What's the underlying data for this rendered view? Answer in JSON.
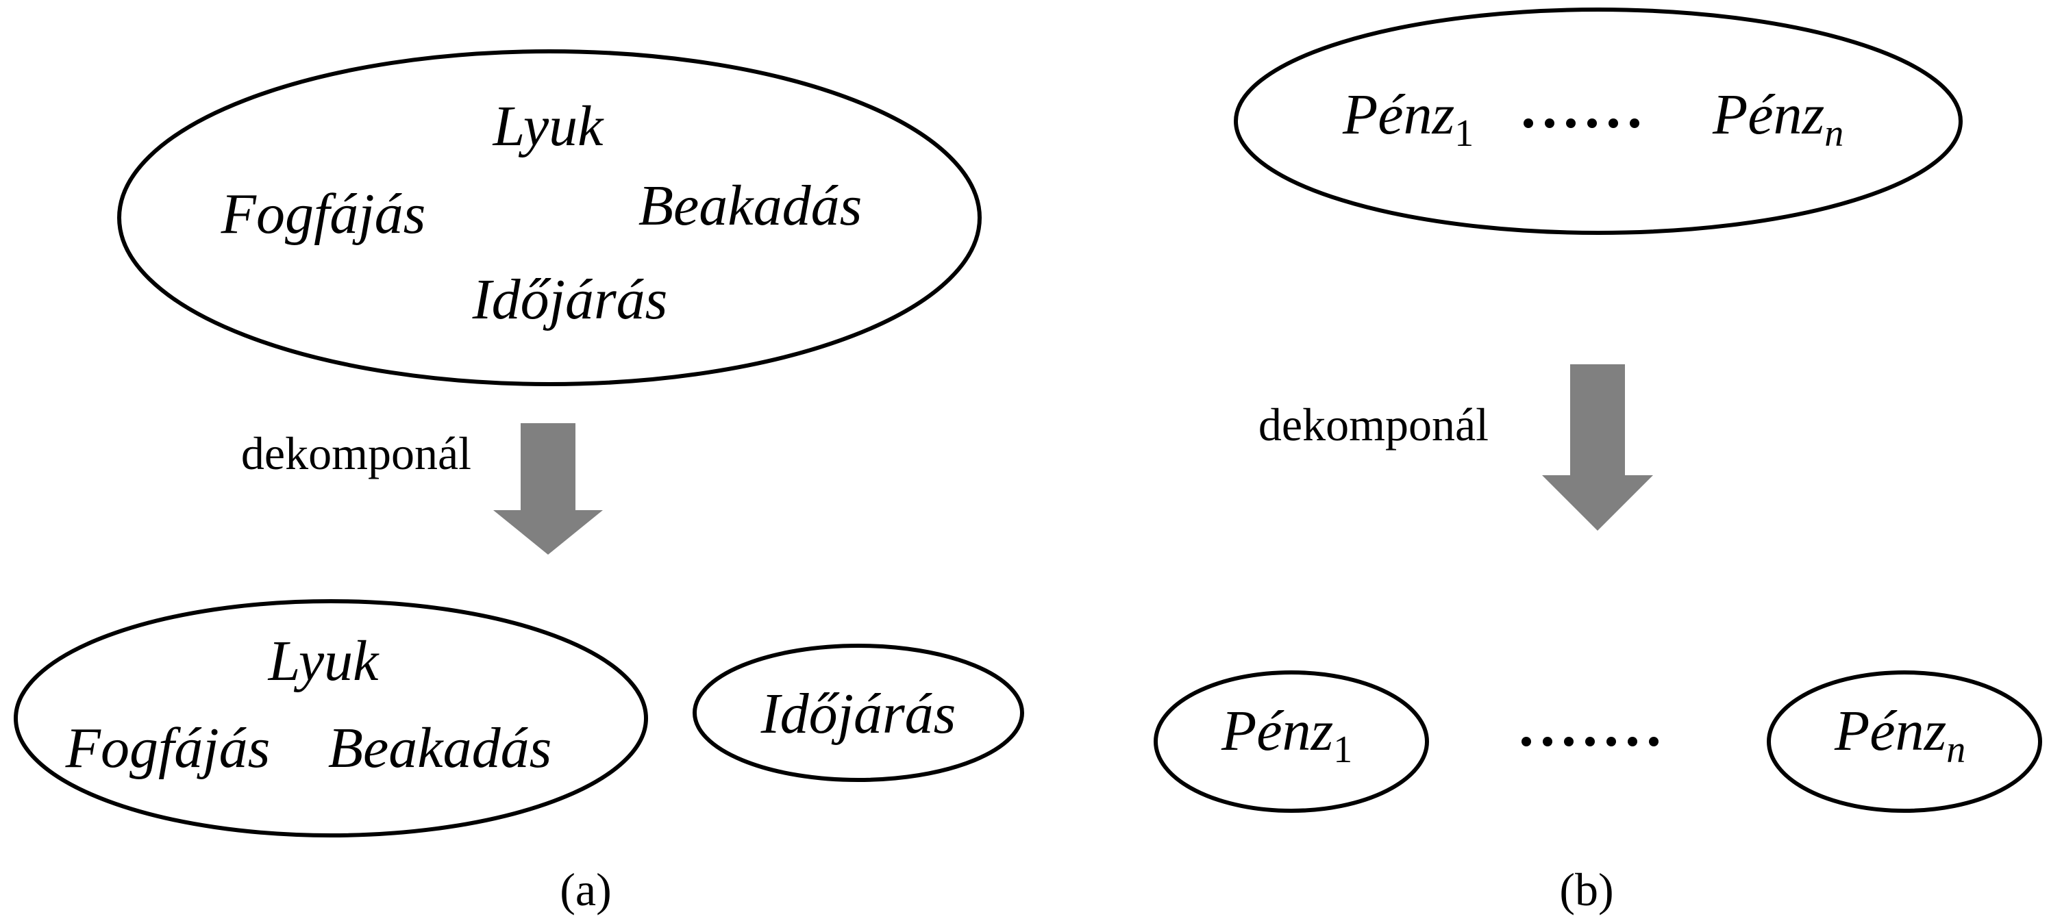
{
  "panel_a": {
    "top": {
      "vars": [
        "Lyuk",
        "Fogfájás",
        "Beakadás",
        "Időjárás"
      ]
    },
    "arrow_label": "dekomponál",
    "bottom_left": {
      "vars": [
        "Lyuk",
        "Fogfájás",
        "Beakadás"
      ]
    },
    "bottom_right": {
      "vars": [
        "Időjárás"
      ]
    },
    "caption": "(a)"
  },
  "panel_b": {
    "top": {
      "first": {
        "base": "Pénz",
        "sub": "1"
      },
      "last": {
        "base": "Pénz",
        "sub": "n"
      }
    },
    "arrow_label": "dekomponál",
    "bottom_first": {
      "base": "Pénz",
      "sub": "1"
    },
    "bottom_last": {
      "base": "Pénz",
      "sub": "n"
    },
    "caption": "(b)"
  },
  "colors": {
    "stroke": "#000000",
    "arrow": "#808080"
  }
}
